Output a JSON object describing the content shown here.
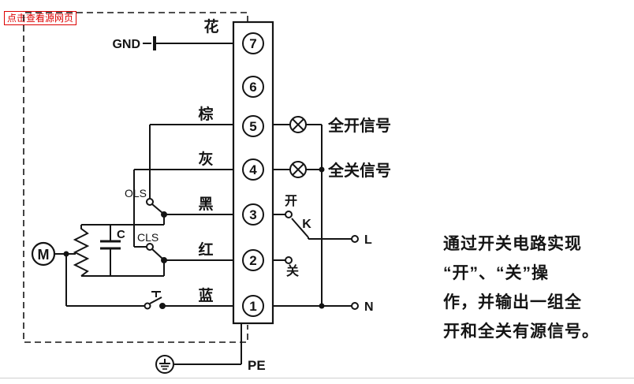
{
  "source_tag": {
    "label": "点击查看源网页"
  },
  "terminals": {
    "numbers": [
      "7",
      "6",
      "5",
      "4",
      "3",
      "2",
      "1"
    ]
  },
  "wires": {
    "t7": "花",
    "t5": "棕",
    "t4": "灰",
    "t3": "黑",
    "t2": "红",
    "t1": "蓝"
  },
  "symbols": {
    "gnd": "GND",
    "motor": "M",
    "capacitor": "C",
    "ols": "OLS",
    "cls": "CLS",
    "switch_k": "K",
    "open": "开",
    "close": "关",
    "line": "L",
    "neutral": "N",
    "pe": "PE"
  },
  "signals": {
    "full_open": "全开信号",
    "full_close": "全关信号"
  },
  "description": {
    "lines": [
      "通过开关电路实现",
      "“开”、“关”操",
      "作，并输出一组全",
      "开和全关有源信号。"
    ]
  }
}
